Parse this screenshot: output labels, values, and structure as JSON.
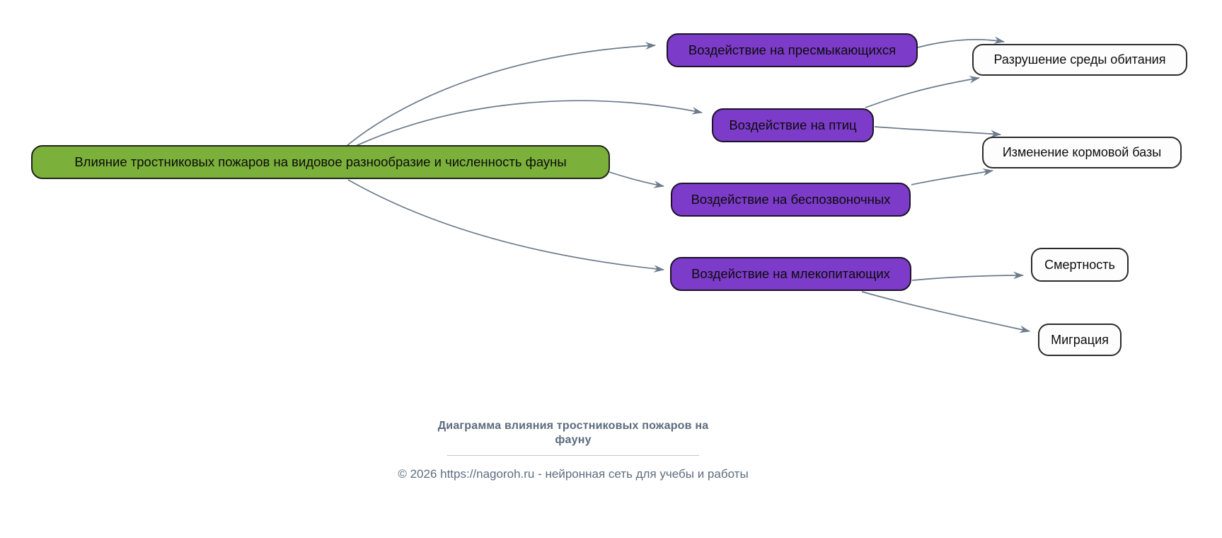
{
  "diagram": {
    "root": {
      "label": "Влияние тростниковых пожаров на видовое разнообразие и численность фауны"
    },
    "categories": [
      {
        "id": "reptiles",
        "label": "Воздействие на пресмыкающихся"
      },
      {
        "id": "birds",
        "label": "Воздействие на птиц"
      },
      {
        "id": "invertebrates",
        "label": "Воздействие на беспозвоночных"
      },
      {
        "id": "mammals",
        "label": "Воздействие на млекопитающих"
      }
    ],
    "effects": [
      {
        "id": "habitat-destruction",
        "label": "Разрушение среды обитания"
      },
      {
        "id": "food-base-change",
        "label": "Изменение кормовой базы"
      },
      {
        "id": "mortality",
        "label": "Смертность"
      },
      {
        "id": "migration",
        "label": "Миграция"
      }
    ],
    "edges": [
      {
        "from": "root",
        "to": "reptiles"
      },
      {
        "from": "root",
        "to": "birds"
      },
      {
        "from": "root",
        "to": "invertebrates"
      },
      {
        "from": "root",
        "to": "mammals"
      },
      {
        "from": "reptiles",
        "to": "habitat-destruction"
      },
      {
        "from": "birds",
        "to": "habitat-destruction"
      },
      {
        "from": "birds",
        "to": "food-base-change"
      },
      {
        "from": "invertebrates",
        "to": "food-base-change"
      },
      {
        "from": "mammals",
        "to": "mortality"
      },
      {
        "from": "mammals",
        "to": "migration"
      }
    ],
    "colors": {
      "root_fill": "#7bb03a",
      "category_fill": "#7c3bc8",
      "leaf_fill": "#fdfdfd",
      "edge_stroke": "#6b7b8c",
      "node_border": "#1f1f1f",
      "footer_text": "#5b6b7d"
    }
  },
  "caption": {
    "title_line1": "Диаграмма влияния тростниковых пожаров на",
    "title_line2": "фауну",
    "copyright": "© 2026 https://nagoroh.ru - нейронная сеть для учебы и работы"
  }
}
